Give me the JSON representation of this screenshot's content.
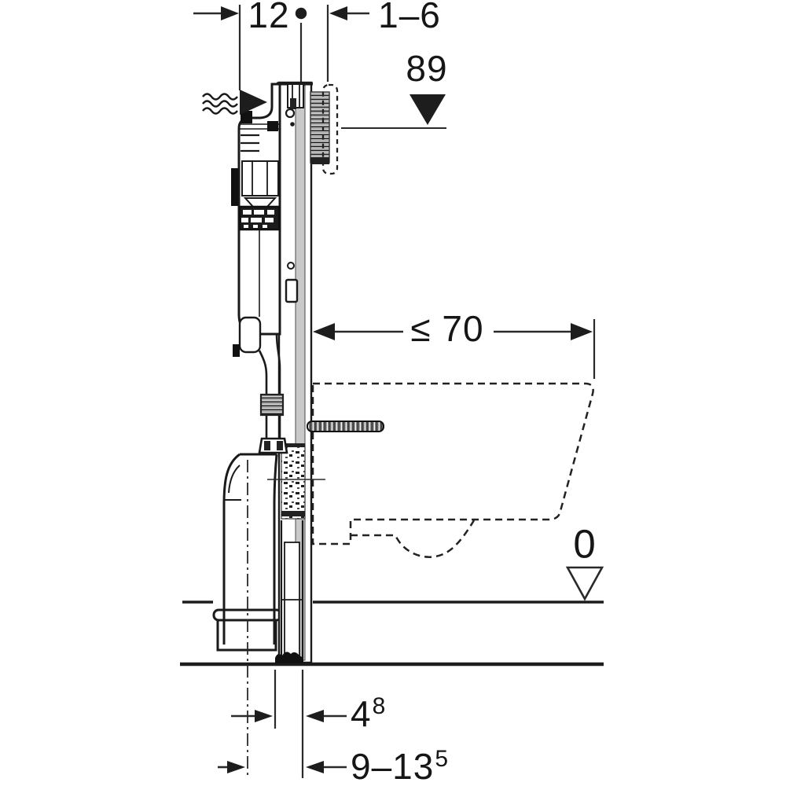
{
  "diagram": {
    "kind": "wall-frame installation drawing",
    "colors": {
      "line": "#1a1a1a",
      "dim_line": "#2a2a2a",
      "rail_gray": "#c9c9c9",
      "background": "#ffffff"
    },
    "dimensions": {
      "frame_depth": {
        "label": "12"
      },
      "wall_finish_range": {
        "label": "1–6"
      },
      "actuator_height": {
        "label": "89"
      },
      "max_bowl_depth": {
        "label": "≤ 70"
      },
      "floor_datum": {
        "label": "0"
      },
      "outlet_offset": {
        "value": "4",
        "sup": "8"
      },
      "outlet_height_range": {
        "value": "9–13",
        "sup": "5"
      }
    },
    "symbols": {
      "water_supply": "wavy-lines-with-filled-arrow",
      "actuator_level_marker": "filled-triangle-down",
      "floor_datum_marker": "open-triangle-down"
    }
  }
}
